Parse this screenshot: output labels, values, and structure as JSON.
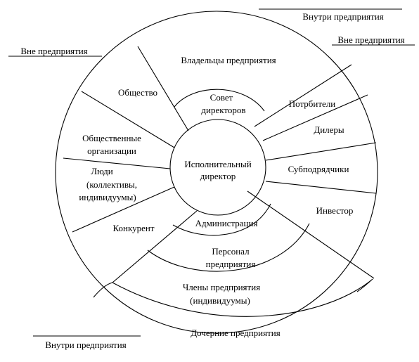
{
  "center": {
    "line1": "Исполнительный",
    "line2": "директор"
  },
  "board": {
    "line1": "Совет",
    "line2": "директоров"
  },
  "sectors": {
    "owners": "Владельцы предприятия",
    "society": "Общество",
    "public_orgs_1": "Общественные",
    "public_orgs_2": "организации",
    "people_1": "Люди",
    "people_2": "(коллективы,",
    "people_3": "индивидуумы)",
    "competitor": "Конкурент",
    "consumers": "Потрбители",
    "dealers": "Дилеры",
    "subcontractors": "Субподрядчики",
    "investor": "Инвестор"
  },
  "inner": {
    "administration": "Администрация",
    "staff_1": "Персонал",
    "staff_2": "предприятия",
    "members_1": "Члены предприятия",
    "members_2": "(индивидуумы)",
    "subsidiaries": "Дочерние предприятия"
  },
  "outside_labels": {
    "top_right_inside": "Внутри предприятия",
    "right_outside": "Вне предприятия",
    "left_outside": "Вне предприятия",
    "bottom_left_inside": "Внутри предприятия"
  },
  "colors": {
    "stroke": "#000000",
    "background": "#ffffff"
  }
}
